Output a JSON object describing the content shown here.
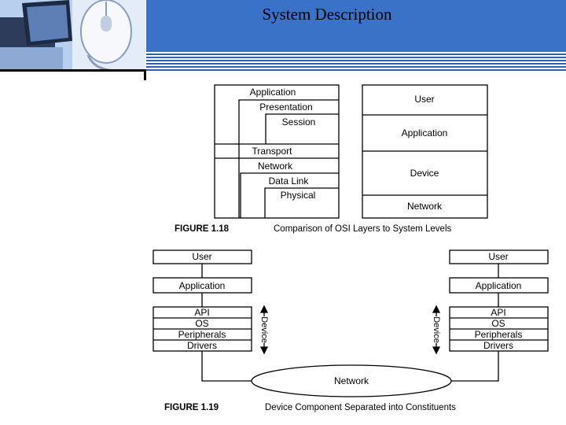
{
  "header": {
    "title": "System Description",
    "accent_color": "#3a72c8",
    "logo_icon": "computer-mouse-photo"
  },
  "fig118": {
    "osi_layers": [
      "Application",
      "Presentation",
      "Session",
      "Transport",
      "Network",
      "Data Link",
      "Physical"
    ],
    "system_levels": [
      "User",
      "Application",
      "Device",
      "Network"
    ],
    "caption_label": "FIGURE 1.18",
    "caption_text": "Comparison of OSI Layers to System Levels"
  },
  "fig119": {
    "left": {
      "user": "User",
      "application": "Application",
      "stack": [
        "API",
        "OS",
        "Peripherals",
        "Drivers"
      ]
    },
    "right": {
      "user": "User",
      "application": "Application",
      "stack": [
        "API",
        "OS",
        "Peripherals",
        "Drivers"
      ]
    },
    "device_label": "Device",
    "network_label": "Network",
    "caption_label": "FIGURE 1.19",
    "caption_text": "Device Component Separated into Constituents"
  }
}
